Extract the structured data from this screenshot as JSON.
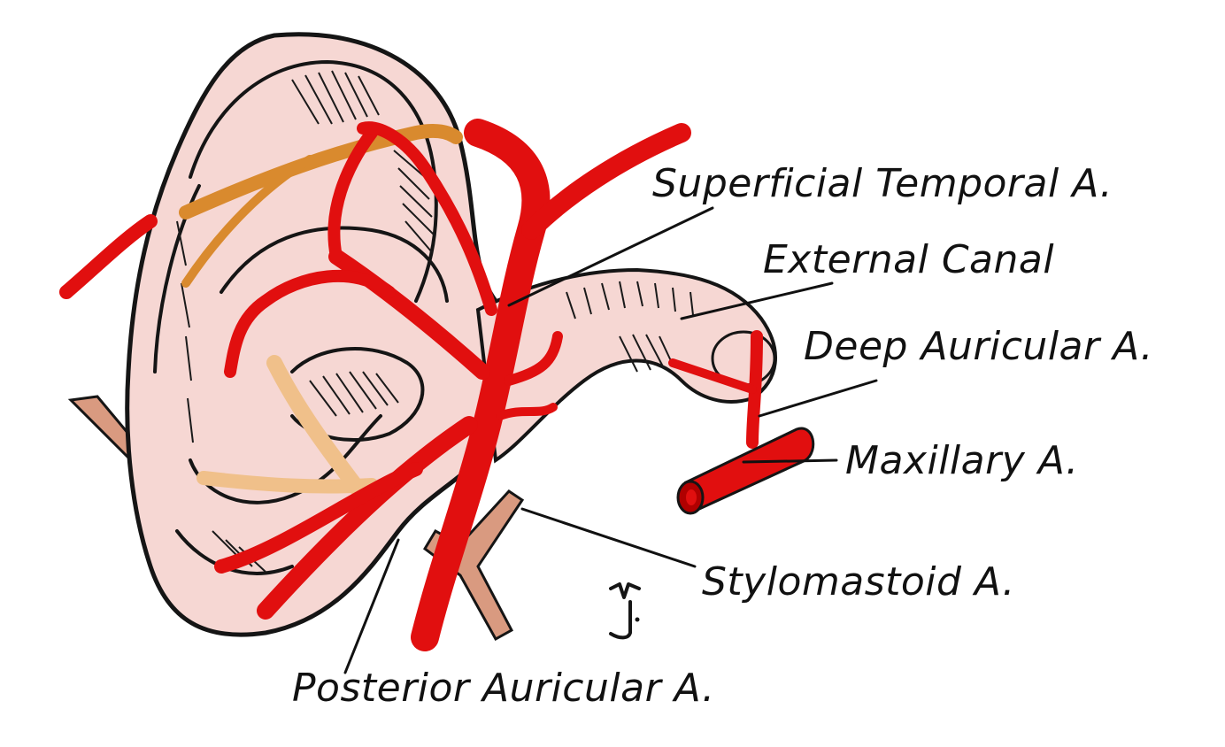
{
  "diagram": {
    "labels": {
      "superficial_temporal": "Superficial Temporal A.",
      "external_canal": "External Canal",
      "deep_auricular": "Deep Auricular A.",
      "maxillary": "Maxillary A.",
      "stylomastoid": "Stylomastoid A.",
      "posterior_auricular": "Posterior Auricular A."
    },
    "colors": {
      "artery": "#e10f0f",
      "skin": "#f6d7d3",
      "nerve_orange": "#d98a2e",
      "nerve_tan": "#f0c08a",
      "stylohyoid": "#d99a80",
      "ink": "#111111"
    }
  }
}
